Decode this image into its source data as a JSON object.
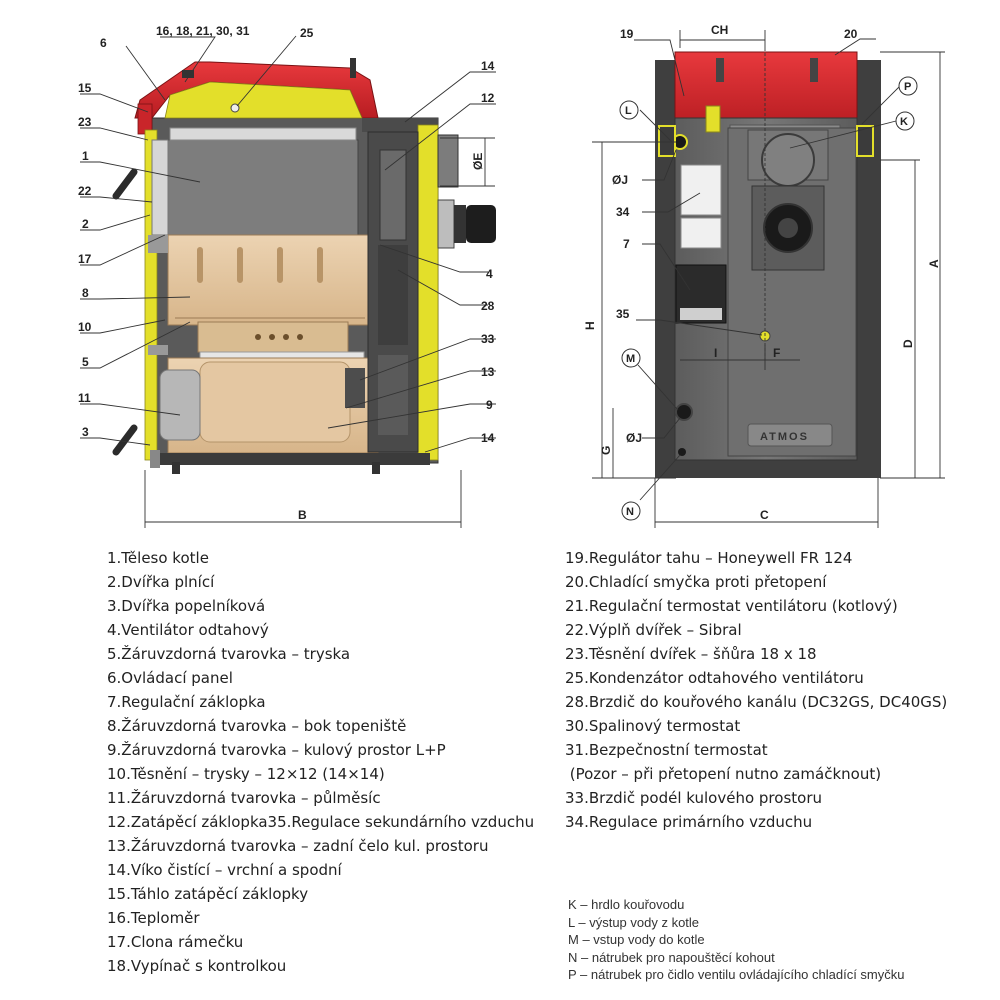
{
  "left_callouts": {
    "c16": "16, 18, 21, 30, 31",
    "c6": "6",
    "c25": "25",
    "c14a": "14",
    "c15": "15",
    "c12": "12",
    "c23": "23",
    "c1": "1",
    "c22": "22",
    "c2": "2",
    "c17": "17",
    "c4": "4",
    "c28": "28",
    "c8": "8",
    "c10": "10",
    "c5": "5",
    "c33": "33",
    "c13": "13",
    "c11": "11",
    "c9": "9",
    "c3": "3",
    "c14b": "14",
    "phiE": "ØE",
    "B": "B"
  },
  "right_callouts": {
    "c19": "19",
    "CH": "CH",
    "c20": "20",
    "L": "L",
    "P": "P",
    "K": "K",
    "phiJ1": "ØJ",
    "c34": "34",
    "c7": "7",
    "H": "H",
    "A": "A",
    "D": "D",
    "c35": "35",
    "M": "M",
    "I": "I",
    "F": "F",
    "G": "G",
    "phiJ2": "ØJ",
    "N": "N",
    "C": "C",
    "brand": "ATMOS"
  },
  "legend_left": [
    "1.Těleso kotle",
    "2.Dvířka plnící",
    "3.Dvířka popelníková",
    "4.Ventilátor odtahový",
    "5.Žáruvzdorná tvarovka – tryska",
    "6.Ovládací panel",
    "7.Regulační záklopka",
    "8.Žáruvzdorná tvarovka – bok topeniště",
    "9.Žáruvzdorná tvarovka – kulový prostor L+P",
    "10.Těsnění – trysky – 12×12 (14×14)",
    "11.Žáruvzdorná tvarovka – půlměsíc",
    "12.Zatápěcí záklopka35.Regulace sekundárního vzduchu",
    "13.Žáruvzdorná tvarovka – zadní čelo kul. prostoru",
    "14.Víko čistící – vrchní a spodní",
    "15.Táhlo zatápěcí záklopky",
    "16.Teploměr",
    "17.Clona rámečku",
    "18.Vypínač s kontrolkou"
  ],
  "legend_right": [
    "19.Regulátor tahu – Honeywell FR 124",
    "20.Chladící smyčka proti přetopení",
    "21.Regulační termostat ventilátoru (kotlový)",
    "22.Výplň dvířek – Sibral",
    "23.Těsnění dvířek – šňůra 18 x 18",
    "25.Kondenzátor odtahového ventilátoru",
    "28.Brzdič do kouřového kanálu (DC32GS, DC40GS)",
    "30.Spalinový termostat",
    "31.Bezpečnostní termostat",
    " (Pozor – při přetopení nutno zamáčknout)",
    "33.Brzdič podél kulového prostoru",
    "34.Regulace primárního vzduchu"
  ],
  "legend_connections": [
    "K – hrdlo kouřovodu",
    "L – výstup vody z kotle",
    "M – vstup vody do kotle",
    "N – nátrubek pro napouštěcí kohout",
    "P – nátrubek pro čidlo ventilu ovládajícího chladící smyčku"
  ],
  "colors": {
    "red": "#d7262b",
    "yellow": "#e3df2a",
    "steel": "#6f6f6f",
    "steel_dark": "#4e4e4e",
    "refractory": "#e4c7a2",
    "cavity": "#858585"
  }
}
